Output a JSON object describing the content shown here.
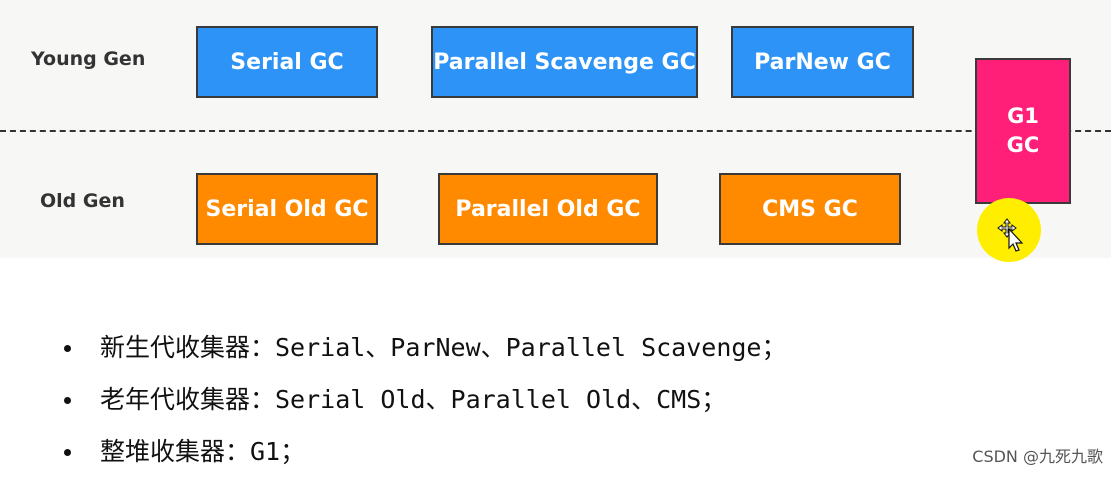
{
  "rows": {
    "young_label": "Young Gen",
    "old_label": "Old Gen"
  },
  "young_collectors": [
    "Serial GC",
    "Parallel Scavenge GC",
    "ParNew GC"
  ],
  "old_collectors": [
    "Serial Old GC",
    "Parallel Old GC",
    "CMS GC"
  ],
  "whole_heap": {
    "line1": "G1",
    "line2": "GC"
  },
  "bullets": [
    "新生代收集器：Serial、ParNew、Parallel Scavenge；",
    "老年代收集器：Serial Old、Parallel Old、CMS；",
    "整堆收集器：G1；"
  ],
  "watermark": "CSDN @九死九歌",
  "colors": {
    "young": "#2d93f6",
    "old": "#ff8a00",
    "g1": "#ff1f78",
    "cursor_highlight": "#ffee00"
  },
  "icons": {
    "cursor": "move-cursor-icon"
  }
}
